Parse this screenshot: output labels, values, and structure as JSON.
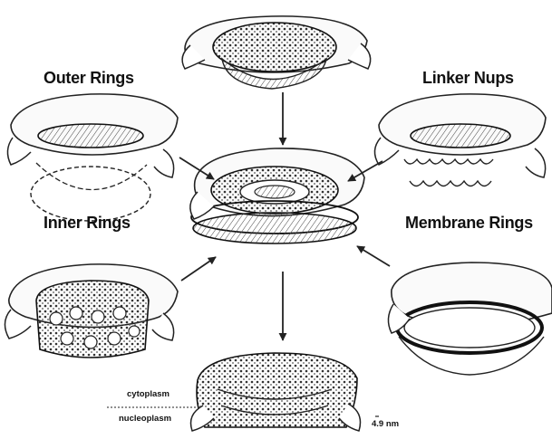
{
  "labels": {
    "outer_rings": "Outer Rings",
    "linker_nups": "Linker Nups",
    "inner_rings": "Inner Rings",
    "membrane_rings": "Membrane Rings",
    "cytoplasm": "cytoplasm",
    "nucleoplasm": "nucleoplasm",
    "scale_value": "4.9 nm"
  }
}
